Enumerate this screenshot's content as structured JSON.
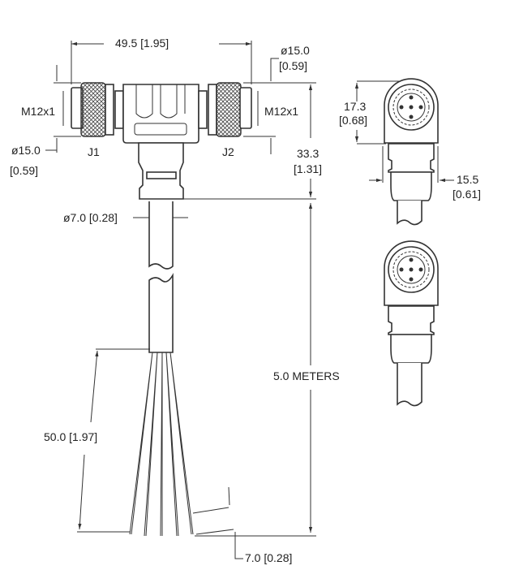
{
  "title": "T-splitter cable drawing",
  "dimensions": {
    "overall_width": "49.5 [1.95]",
    "right_dia_mm": "ø15.0",
    "right_dia_in": "[0.59]",
    "left_dia_mm": "ø15.0",
    "left_dia_in": "[0.59]",
    "thread_left": "M12x1",
    "thread_right": "M12x1",
    "height_mm": "33.3",
    "height_in": "[1.31]",
    "cable_dia": "ø7.0 [0.28]",
    "cable_length": "5.0 METERS",
    "wire_length": "50.0 [1.97]",
    "strip_length": "7.0 [0.28]",
    "side_height_mm": "17.3",
    "side_height_in": "[0.68]",
    "side_width_mm": "15.5",
    "side_width_in": "[0.61]"
  },
  "labels": {
    "j1": "J1",
    "j2": "J2"
  }
}
